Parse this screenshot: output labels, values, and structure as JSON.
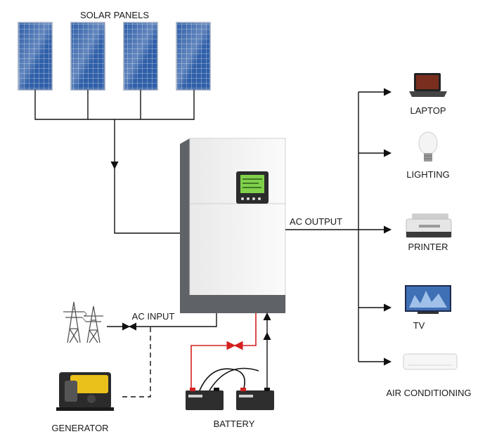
{
  "labels": {
    "solar_panels": "SOLAR PANELS",
    "ac_output": "AC OUTPUT",
    "ac_input": "AC INPUT",
    "generator": "GENERATOR",
    "battery": "BATTERY"
  },
  "loads": [
    {
      "key": "laptop",
      "label": "LAPTOP",
      "icon": "laptop-icon"
    },
    {
      "key": "lighting",
      "label": "LIGHTING",
      "icon": "light-bulb-icon"
    },
    {
      "key": "printer",
      "label": "PRINTER",
      "icon": "printer-icon"
    },
    {
      "key": "tv",
      "label": "TV",
      "icon": "tv-icon"
    },
    {
      "key": "ac",
      "label": "AIR CONDITIONING",
      "icon": "air-conditioner-icon"
    }
  ],
  "colors": {
    "wire": "#111111",
    "battery_positive": "#d42020",
    "panel_blue": "#2f5fa8",
    "inverter_body": "#f2f2f2",
    "inverter_side": "#5f6368",
    "lcd_green": "#7fd14a"
  }
}
